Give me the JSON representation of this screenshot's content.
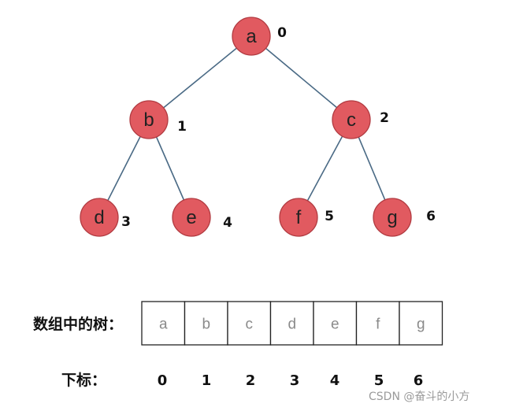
{
  "colors": {
    "node_fill": "#e15a60",
    "node_stroke": "#b13b41",
    "edge": "#4a6a85",
    "cell_border": "#222222",
    "watermark": "#9a9a9a"
  },
  "tree": {
    "nodes": [
      {
        "id": "a",
        "label": "a",
        "index": "0"
      },
      {
        "id": "b",
        "label": "b",
        "index": "1"
      },
      {
        "id": "c",
        "label": "c",
        "index": "2"
      },
      {
        "id": "d",
        "label": "d",
        "index": "3"
      },
      {
        "id": "e",
        "label": "e",
        "index": "4"
      },
      {
        "id": "f",
        "label": "f",
        "index": "5"
      },
      {
        "id": "g",
        "label": "g",
        "index": "6"
      }
    ],
    "edges": [
      {
        "from": "a",
        "to": "b"
      },
      {
        "from": "a",
        "to": "c"
      },
      {
        "from": "b",
        "to": "d"
      },
      {
        "from": "b",
        "to": "e"
      },
      {
        "from": "c",
        "to": "f"
      },
      {
        "from": "c",
        "to": "g"
      }
    ]
  },
  "array": {
    "label": "数组中的树：",
    "cells": [
      "a",
      "b",
      "c",
      "d",
      "e",
      "f",
      "g"
    ]
  },
  "indices": {
    "label": "下标：",
    "values": [
      "0",
      "1",
      "2",
      "3",
      "4",
      "5",
      "6"
    ]
  },
  "watermark": "CSDN @奋斗的小方"
}
